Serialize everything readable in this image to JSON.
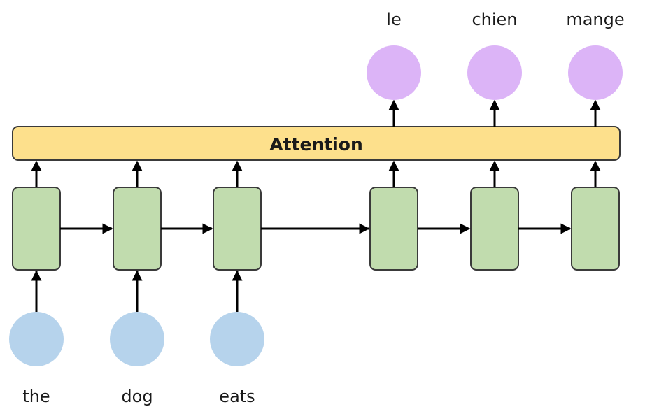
{
  "attention": {
    "label": "Attention"
  },
  "inputs": [
    "the",
    "dog",
    "eats"
  ],
  "outputs": [
    "le",
    "chien",
    "mange"
  ],
  "colors": {
    "attention_fill": "#fde08c",
    "attention_stroke": "#3a3a3a",
    "cell_fill": "#c1dcae",
    "cell_stroke": "#3a3a3a",
    "input_node": "#b6d3ec",
    "output_node": "#dcb4f7",
    "arrow": "#000000"
  }
}
